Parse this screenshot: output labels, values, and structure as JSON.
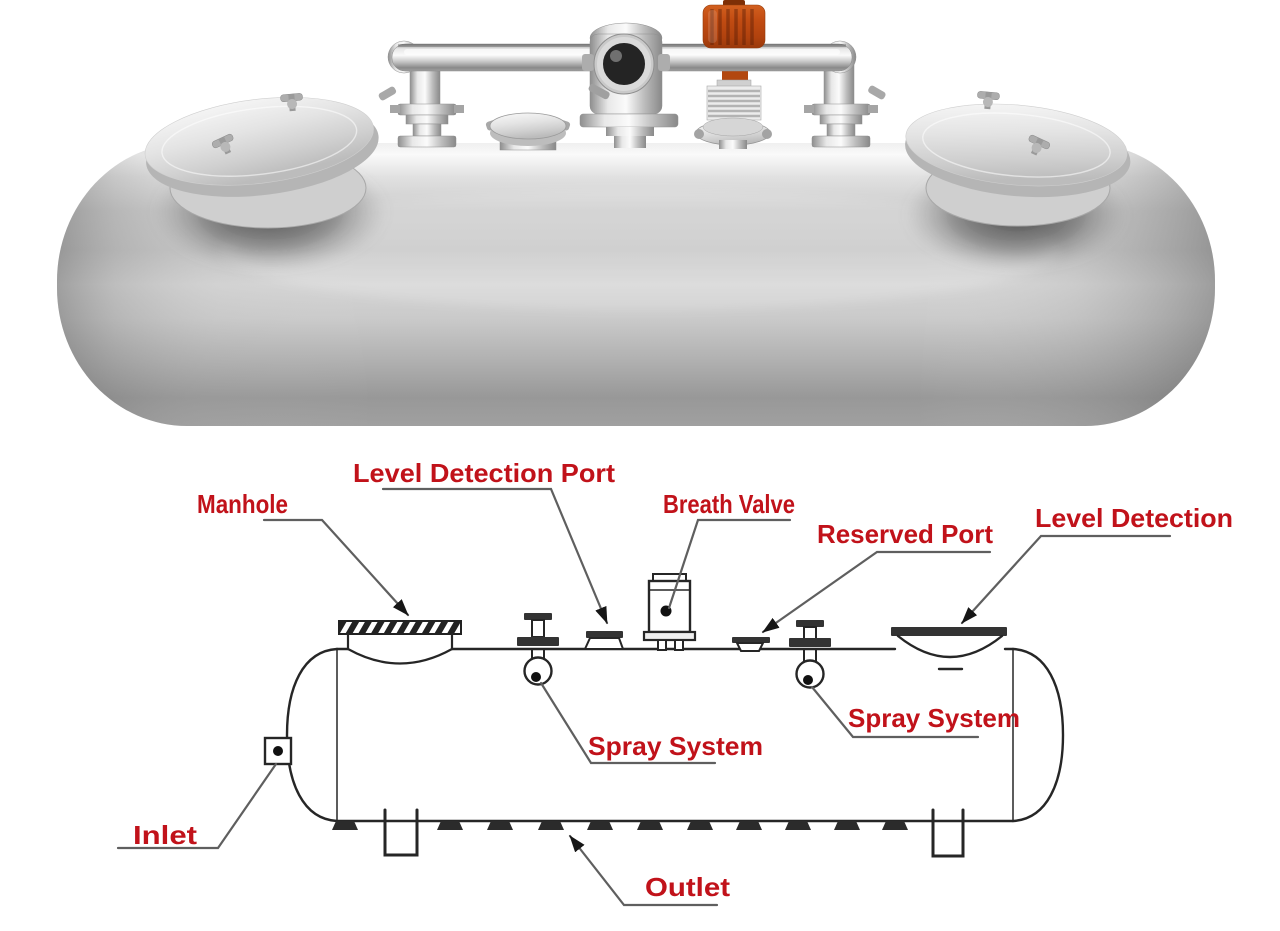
{
  "photo": {
    "body_color": "#c6c6c6",
    "valve_knob_color": "#bf4e13"
  },
  "diagram": {
    "text_color": "#c1121a",
    "line_color": "#262626",
    "leader_color": "#5f5f5f",
    "labels": {
      "manhole": "Manhole",
      "level_detection_port": "Level Detection Port",
      "breath_valve": "Breath Valve",
      "reserved_port": "Reserved Port",
      "level_detection": "Level Detection",
      "spray_system_left": "Spray System",
      "spray_system_right": "Spray System",
      "inlet": "Inlet",
      "outlet": "Outlet"
    }
  }
}
